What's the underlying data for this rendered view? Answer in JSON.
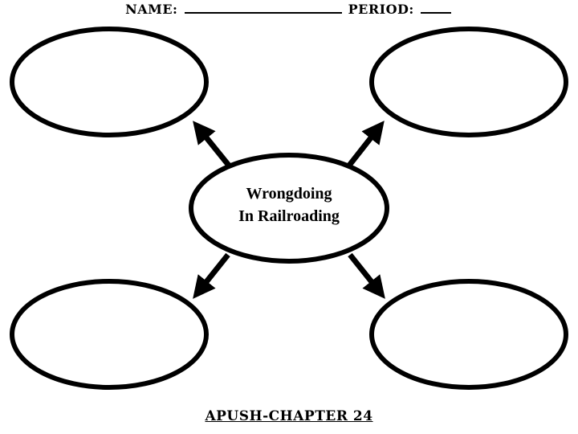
{
  "header": {
    "name_label": "NAME:",
    "period_label": "PERIOD:"
  },
  "diagram": {
    "center_line1": "Wrongdoing",
    "center_line2": "In Railroading"
  },
  "footer": {
    "title": "APUSH-CHAPTER 24"
  }
}
